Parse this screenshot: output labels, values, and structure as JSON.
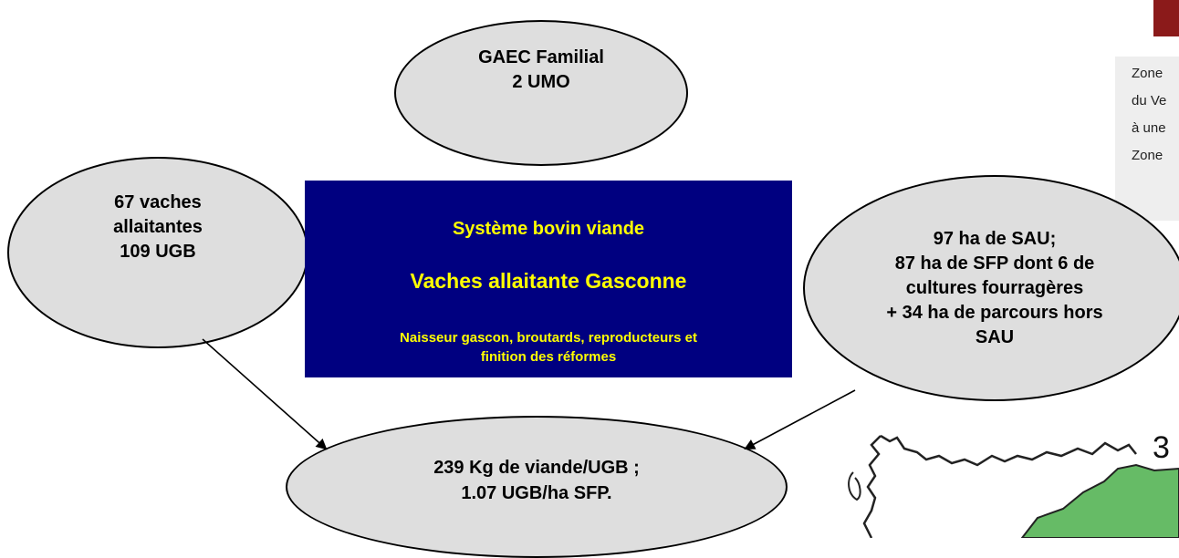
{
  "nodes": {
    "gaec": [
      "GAEC Familial",
      "2 UMO"
    ],
    "herd": [
      "67 vaches",
      "allaitantes",
      "109 UGB"
    ],
    "land": [
      "97 ha de SAU;",
      "87 ha de SFP dont 6 de",
      "cultures fourragères",
      "+ 34 ha de parcours hors",
      "SAU"
    ],
    "result": [
      "239 Kg de viande/UGB ;",
      "1.07 UGB/ha SFP."
    ]
  },
  "center_box": {
    "title": "Système bovin viande",
    "subtitle": "Vaches allaitante Gasconne",
    "description_line1": "Naisseur gascon, broutards, reproducteurs et",
    "description_line2": "finition des réformes"
  },
  "side_panel": {
    "lines": [
      "Zone",
      "du Ve",
      "à une",
      "Zone"
    ]
  },
  "map": {
    "label": "3",
    "fill_color": "#66bb66"
  },
  "colors": {
    "ellipse_fill": "#dedede",
    "center_box_bg": "#000080",
    "center_box_text": "#ffff00",
    "brand_block": "#8b1a1a"
  }
}
